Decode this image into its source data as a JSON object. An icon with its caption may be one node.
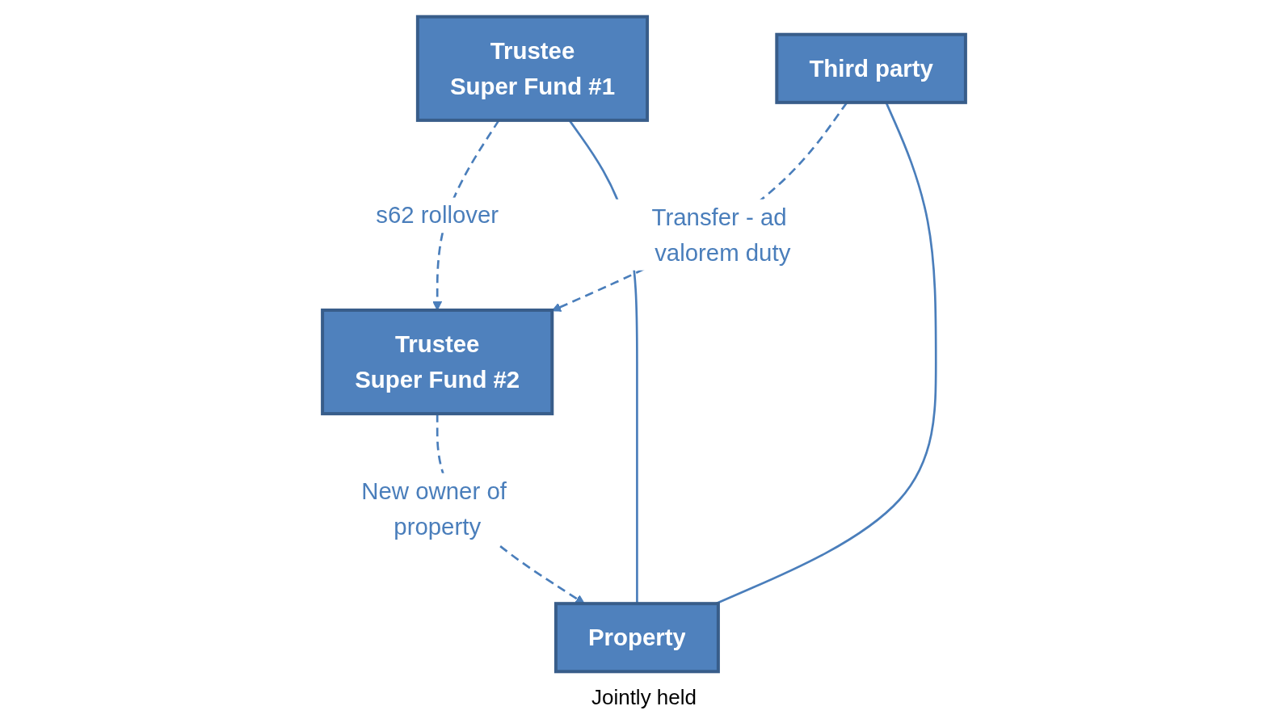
{
  "diagram": {
    "nodes": [
      {
        "text": [
          "Trustee",
          "Super Fund #2"
        ]
      },
      {
        "text": [
          "Trustee",
          "Super Fund #1"
        ]
      },
      {
        "text": [
          "Third party"
        ]
      },
      {
        "text": [
          "Property"
        ]
      }
    ],
    "edges": [
      {
        "from": 2,
        "to": 0,
        "arrow": "to",
        "style": "dashed",
        "label": "Transfer - ad valorem duty"
      },
      {
        "from": 1,
        "to": 0,
        "arrow": "to",
        "style": "dashed",
        "label": "s62 rollover"
      },
      {
        "from": 0,
        "to": 3,
        "arrow": "to",
        "style": "dashed",
        "label": "New owner of property"
      },
      {
        "from": 1,
        "to": 3,
        "arrow": "none"
      },
      {
        "from": 2,
        "to": 3,
        "arrow": "none"
      }
    ],
    "labels": [
      "Jointly held"
    ]
  }
}
